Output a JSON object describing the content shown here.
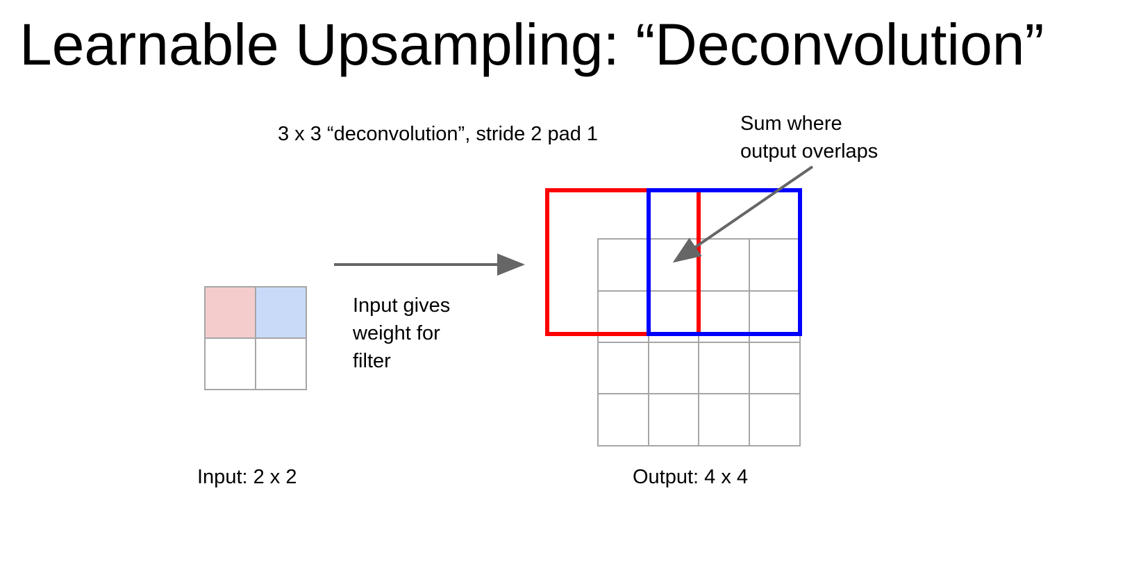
{
  "title": "Learnable Upsampling: “Deconvolution”",
  "subtitle": "3 x 3 “deconvolution”, stride 2 pad 1",
  "annotation_overlap": [
    "Sum where",
    "output overlaps"
  ],
  "annotation_input": [
    "Input gives",
    "weight for",
    "filter"
  ],
  "input_label": "Input: 2 x 2",
  "output_label": "Output: 4 x 4",
  "colors": {
    "input_cell_red": "#f4cccc",
    "input_cell_blue": "#c9daf8",
    "red_filter": "#ff0000",
    "blue_filter": "#0000ff",
    "grid": "#a6a6a6",
    "arrow": "#666666"
  },
  "input_grid": {
    "rows": 2,
    "cols": 2
  },
  "output_grid": {
    "rows": 4,
    "cols": 4
  }
}
